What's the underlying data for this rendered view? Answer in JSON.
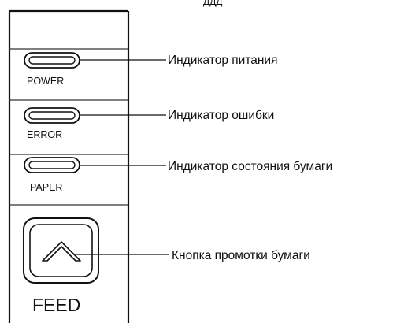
{
  "top_text": "ДДД",
  "panel": {
    "indicators": [
      {
        "label": "POWER",
        "callout": "Индикатор питания"
      },
      {
        "label": "ERROR",
        "callout": "Индикатор ошибки"
      },
      {
        "label": "PAPER",
        "callout": "Индикатор состояния бумаги"
      }
    ],
    "button": {
      "label": "FEED",
      "callout": "Кнопка промотки бумаги",
      "icon": "chevron-up-icon"
    }
  },
  "colors": {
    "ink": "#111111",
    "background": "#ffffff"
  }
}
